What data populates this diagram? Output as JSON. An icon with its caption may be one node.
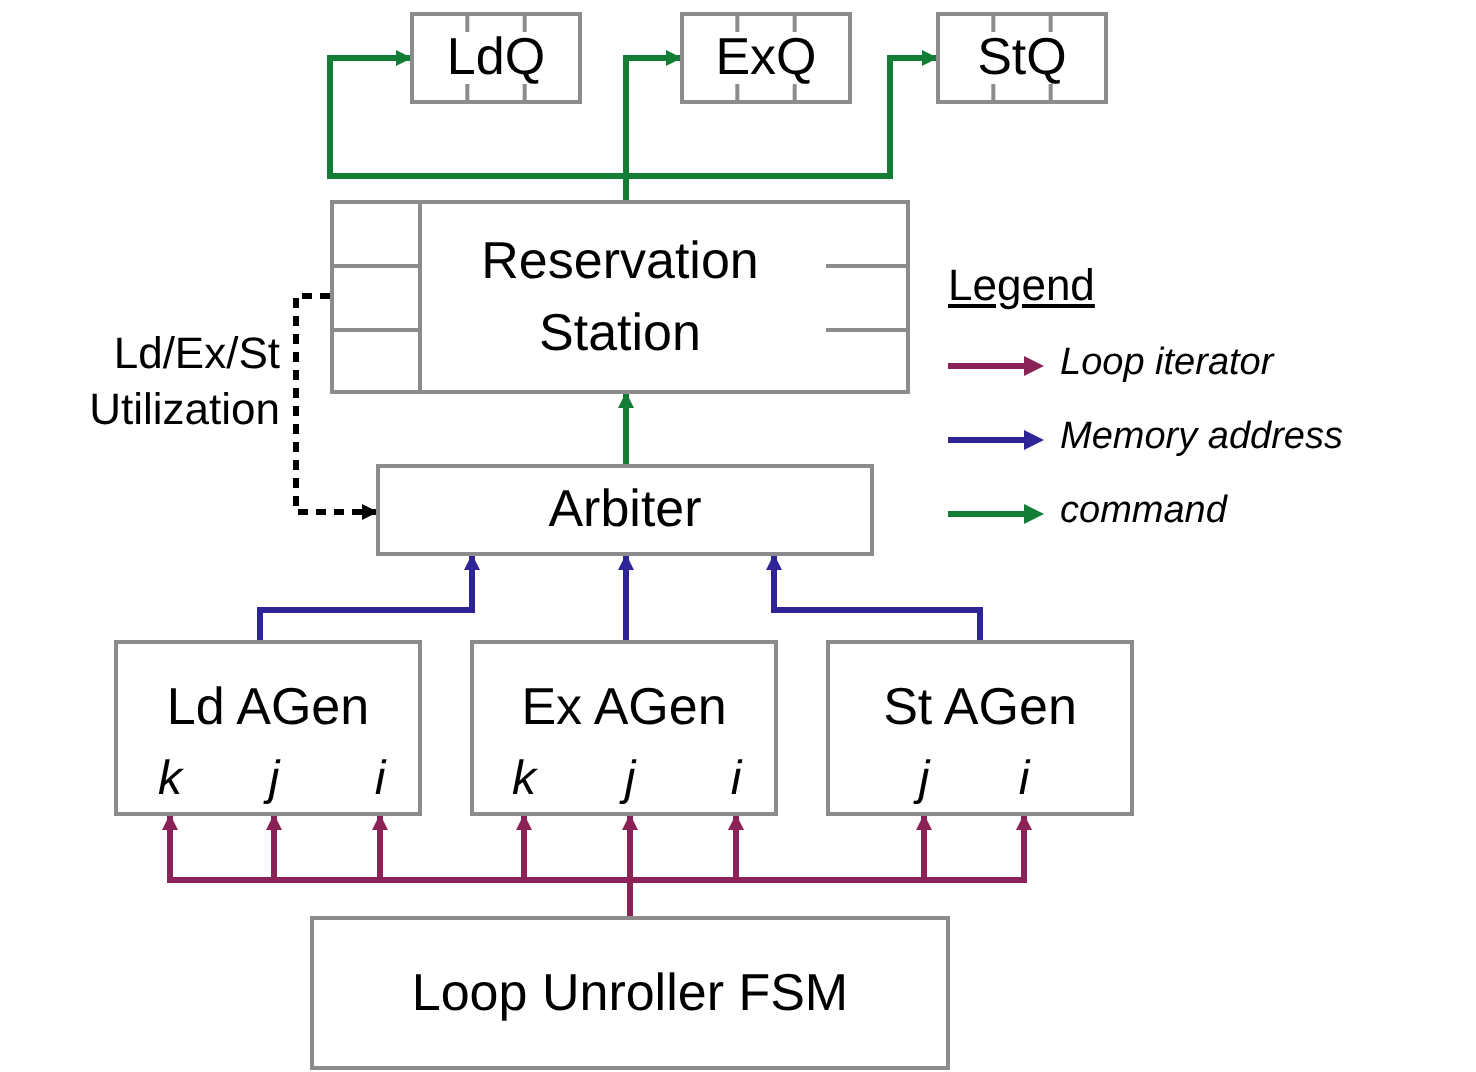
{
  "diagram": {
    "nodes": [
      {
        "text": [
          "LdQ"
        ]
      },
      {
        "text": [
          "ExQ"
        ]
      },
      {
        "text": [
          "StQ"
        ]
      },
      {
        "text": [
          "Reservation Station"
        ]
      },
      {
        "text": [
          "Arbiter"
        ]
      },
      {
        "text": [
          "Ld AGen",
          "k",
          "j",
          "i"
        ]
      },
      {
        "text": [
          "Ex AGen",
          "k",
          "j",
          "i"
        ]
      },
      {
        "text": [
          "St AGen",
          "j",
          "i"
        ]
      },
      {
        "text": [
          "Loop Unroller FSM"
        ]
      }
    ],
    "edges": [
      {
        "from": 3,
        "to": 0,
        "arrow": "to",
        "color": "#137c35"
      },
      {
        "from": 3,
        "to": 1,
        "arrow": "to",
        "color": "#137c35"
      },
      {
        "from": 3,
        "to": 2,
        "arrow": "to",
        "color": "#137c35"
      },
      {
        "from": 3,
        "to": 4,
        "arrow": "to",
        "label": "Ld/Ex/St Utilization",
        "style": "dashed",
        "color": "#000000"
      },
      {
        "from": 4,
        "to": 3,
        "arrow": "to",
        "color": "#137c35"
      },
      {
        "from": 5,
        "to": 4,
        "arrow": "to",
        "color": "#2e2496"
      },
      {
        "from": 6,
        "to": 4,
        "arrow": "to",
        "color": "#2e2496"
      },
      {
        "from": 7,
        "to": 4,
        "arrow": "to",
        "color": "#2e2496"
      },
      {
        "from": 8,
        "to": 5,
        "arrow": "to"
      },
      {
        "from": 8,
        "to": 5,
        "arrow": "to"
      },
      {
        "from": 8,
        "to": 5,
        "arrow": "to"
      },
      {
        "from": 8,
        "to": 6,
        "arrow": "to"
      },
      {
        "from": 8,
        "to": 6,
        "arrow": "to"
      },
      {
        "from": 8,
        "to": 6,
        "arrow": "to"
      },
      {
        "from": 8,
        "to": 7,
        "arrow": "to"
      },
      {
        "from": 8,
        "to": 7,
        "arrow": "to"
      }
    ],
    "labels": [
      "Legend"
    ],
    "legend": [
      {
        "text": "Loop iterator",
        "color": "#8a2257"
      },
      {
        "text": "Memory address",
        "color": "#2e2496"
      },
      {
        "text": "command",
        "color": "#137c35"
      }
    ]
  }
}
